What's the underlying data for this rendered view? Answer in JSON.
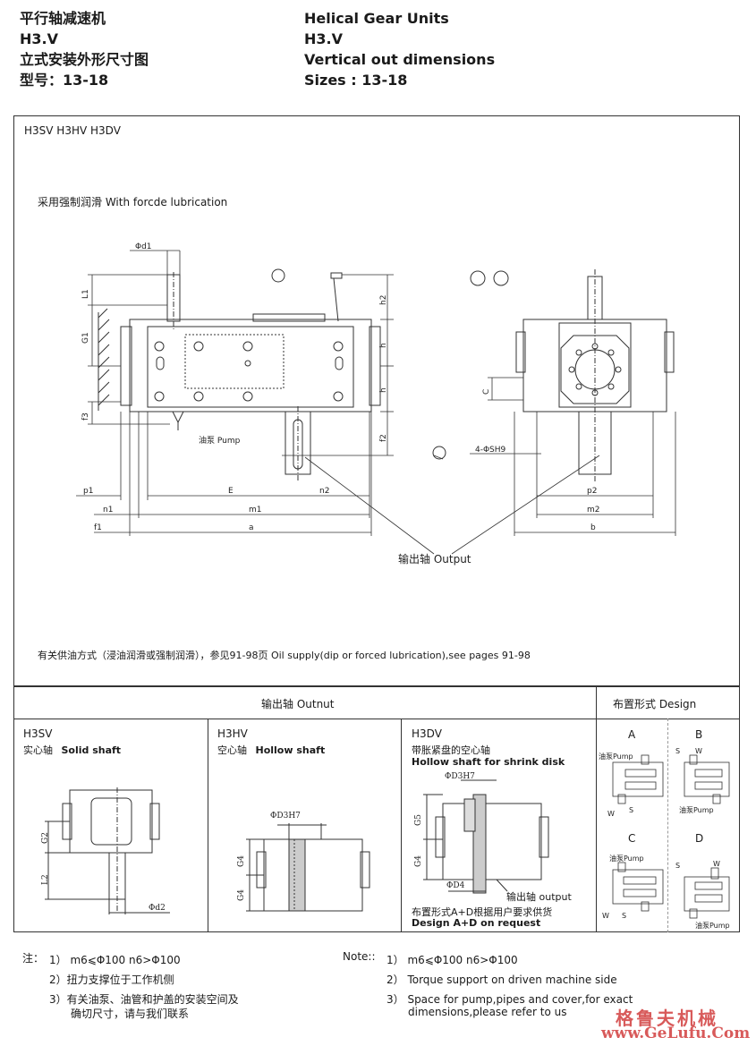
{
  "header": {
    "cn": [
      "平行轴减速机",
      "H3.V",
      "立式安装外形尺寸图",
      "型号：13-18"
    ],
    "en": [
      "Helical Gear Units",
      "H3.V",
      "Vertical out dimensions",
      "Sizes : 13-18"
    ]
  },
  "top_panel": {
    "models": "H3SV  H3HV  H3DV",
    "lubrication": "采用强制润滑  With forcde lubrication",
    "oil_note": "有关供油方式（浸油润滑或强制润滑），参见91-98页   Oil supply(dip or forced lubrication),see pages 91-98",
    "labels": {
      "d1": "Φd1",
      "L1": "L1",
      "G1": "G1",
      "f3": "f3",
      "h2": "h2",
      "h": "h",
      "f2": "f2",
      "pump": "油泵 Pump",
      "C": "C",
      "sh9": "4-ΦSH9",
      "p1": "p1",
      "E": "E",
      "n2": "n2",
      "p2": "p2",
      "n1": "n1",
      "m1": "m1",
      "m2": "m2",
      "f1": "f1",
      "a": "a",
      "b": "b",
      "output": "输出轴  Output"
    }
  },
  "bottom_panel": {
    "output_title": "输出轴  Outnut",
    "design_title": "布置形式  Design",
    "h3sv": {
      "title": "H3SV",
      "sub_cn": "实心轴",
      "sub_en": "Solid shaft",
      "G2": "G2",
      "L2": "L2",
      "d2": "Φd2"
    },
    "h3hv": {
      "title": "H3HV",
      "sub_cn": "空心轴",
      "sub_en": "Hollow shaft",
      "d3h7": "ΦD3H7",
      "G4a": "G4",
      "G4b": "G4"
    },
    "h3dv": {
      "title": "H3DV",
      "sub_cn": "带胀紧盘的空心轴",
      "sub_en": "Hollow shaft for shrink disk",
      "d3h7": "ΦD3H7",
      "G5": "G5",
      "G4": "G4",
      "d4": "ΦD4",
      "output": "输出轴  output",
      "note_cn": "布置形式A+D根据用户要求供货",
      "note_en": "Design A+D on request"
    },
    "designs": [
      {
        "letter": "A",
        "pump": "油泵Pump",
        "s": "S",
        "w": "W"
      },
      {
        "letter": "B",
        "pump": "油泵Pump",
        "s": "S",
        "w": "W"
      },
      {
        "letter": "C",
        "pump": "油泵Pump",
        "s": "S",
        "w": "W"
      },
      {
        "letter": "D",
        "pump": "油泵Pump",
        "s": "S",
        "w": "W"
      }
    ]
  },
  "notes": {
    "cn_label": "注：",
    "en_label": "Note::",
    "cn": [
      "1） m6⩽Φ100  n6>Φ100",
      "2）扭力支撑位于工作机侧",
      "3）有关油泵、油管和护盖的安装空间及",
      "确切尺寸，请与我们联系"
    ],
    "en": [
      "1） m6⩽Φ100  n6>Φ100",
      "2）  Torque support on driven machine side",
      "3）  Space for pump,pipes and cover,for exact",
      "dimensions,please refer to us"
    ]
  },
  "watermark": {
    "cn": "格鲁夫机械",
    "url": "www.GeLufu.Com"
  }
}
